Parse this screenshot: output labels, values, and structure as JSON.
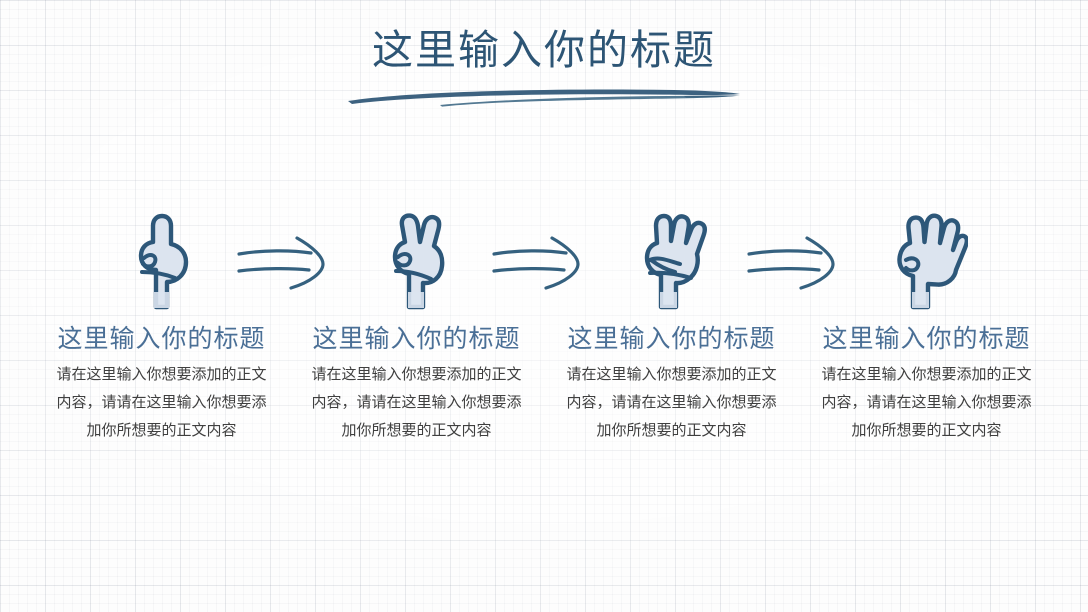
{
  "slide": {
    "title": "这里输入你的标题",
    "background": "#fdfdfd",
    "colors": {
      "title": "#2d5575",
      "heading": "#4a6f96",
      "body_text": "#3f3f3f",
      "icon_stroke": "#2d5779",
      "icon_fill": "#dce4ef",
      "arrow": "#35617f",
      "grid_line": "#7882961f"
    }
  },
  "steps": [
    {
      "index": "1",
      "icon": "hand-one-finger-icon",
      "heading": "这里输入你的标题",
      "body": "请在这里输入你想要添加的正文内容，请请在这里输入你想要添加你所想要的正文内容"
    },
    {
      "index": "2",
      "icon": "hand-two-fingers-icon",
      "heading": "这里输入你的标题",
      "body": "请在这里输入你想要添加的正文内容，请请在这里输入你想要添加你所想要的正文内容"
    },
    {
      "index": "3",
      "icon": "hand-three-fingers-icon",
      "heading": "这里输入你的标题",
      "body": "请在这里输入你想要添加的正文内容，请请在这里输入你想要添加你所想要的正文内容"
    },
    {
      "index": "4",
      "icon": "hand-four-fingers-icon",
      "heading": "这里输入你的标题",
      "body": "请在这里输入你想要添加的正文内容，请请在这里输入你想要添加你所想要的正文内容"
    }
  ],
  "connectors": [
    {
      "icon": "arrow-right-icon"
    },
    {
      "icon": "arrow-right-icon"
    },
    {
      "icon": "arrow-right-icon"
    }
  ]
}
